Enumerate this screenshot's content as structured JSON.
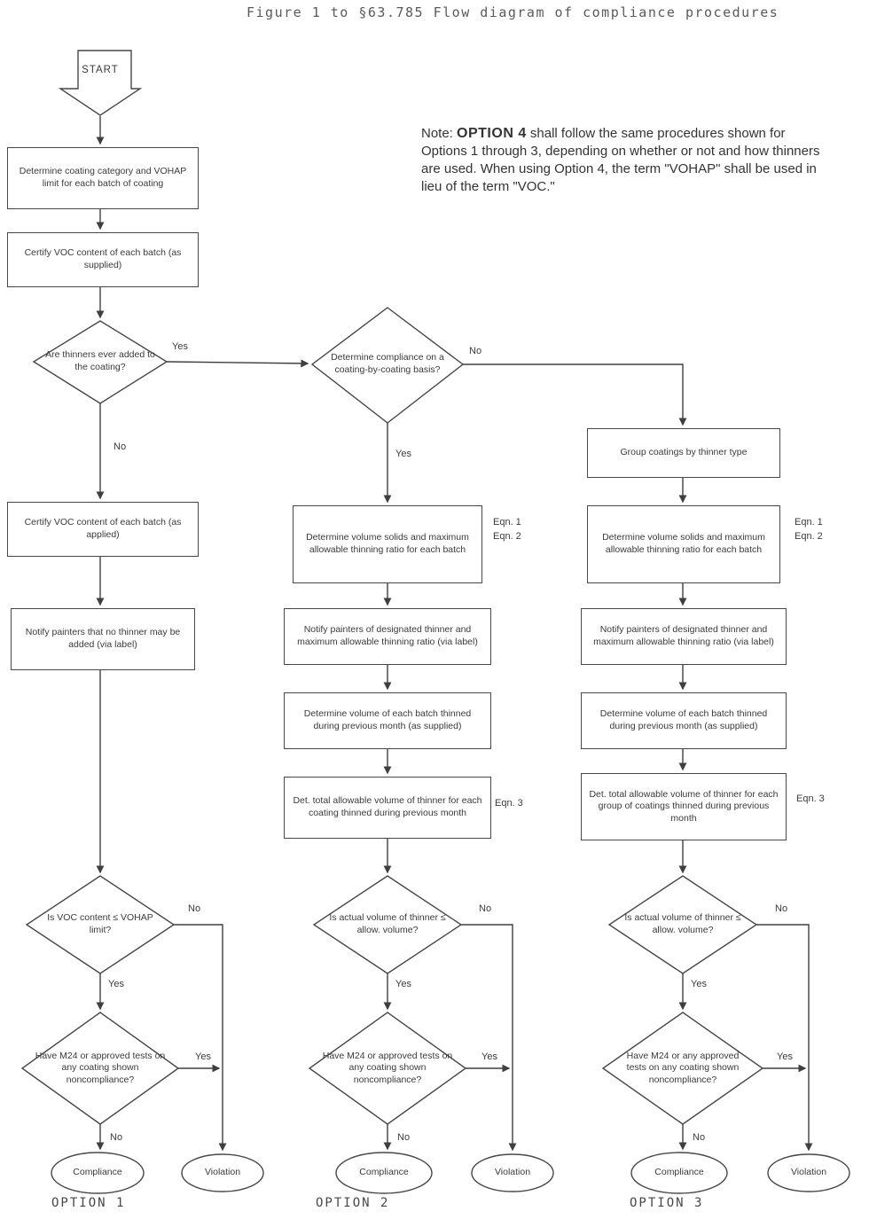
{
  "title": "Figure 1 to §63.785   Flow diagram of compliance procedures",
  "note": {
    "prefix": "Note:",
    "option": "OPTION 4",
    "text": "shall follow the same procedures shown for Options 1 through 3, depending on whether or not and how thinners are used.  When using Option 4, the term \"VOHAP\" shall be used in lieu of the term \"VOC.\""
  },
  "colors": {
    "ink": "#3a3a3a",
    "paper": "#ffffff"
  },
  "nodes": {
    "start": "START",
    "o1_b1": "Determine coating category and VOHAP limit for each batch of coating",
    "o1_b2": "Certify VOC content of each batch (as supplied)",
    "o1_d1": "Are thinners ever added to the coating?",
    "o1_b3": "Certify VOC content of each batch (as applied)",
    "o1_b4": "Notify painters that no thinner may be added (via label)",
    "o1_d2": "Is VOC content ≤ VOHAP limit?",
    "o1_d3": "Have M24 or approved tests on any coating shown noncompliance?",
    "o1_end_compliance": "Compliance",
    "o1_end_violation": "Violation",
    "o2_d0": "Determine compliance on a coating-by-coating basis?",
    "o2_b1": "Determine volume solids and maximum allowable thinning ratio for each batch",
    "o2_b2": "Notify painters of designated thinner and maximum allowable thinning ratio (via label)",
    "o2_b3": "Determine volume of each batch thinned during previous month (as supplied)",
    "o2_b4": "Det. total allowable volume of thinner for each coating thinned during previous month",
    "o2_d1": "Is actual volume of thinner ≤ allow. volume?",
    "o2_d2": "Have M24 or approved tests on any coating shown noncompliance?",
    "o2_end_compliance": "Compliance",
    "o2_end_violation": "Violation",
    "o3_b0": "Group coatings by thinner type",
    "o3_b1": "Determine volume solids and maximum allowable thinning ratio for each batch",
    "o3_b2": "Notify painters of designated thinner and maximum allowable thinning ratio (via label)",
    "o3_b3": "Determine volume of each batch thinned during previous month (as supplied)",
    "o3_b4": "Det. total allowable volume of thinner for each group of coatings thinned during previous month",
    "o3_d1": "Is actual volume of thinner ≤ allow. volume?",
    "o3_d2": "Have M24 or any approved tests on any coating shown noncompliance?",
    "o3_end_compliance": "Compliance",
    "o3_end_violation": "Violation"
  },
  "edge_labels": {
    "yes": "Yes",
    "no": "No"
  },
  "eqn": {
    "eq1": "Eqn. 1",
    "eq2": "Eqn. 2",
    "eq3": "Eqn. 3"
  },
  "option_labels": {
    "o1": "OPTION 1",
    "o2": "OPTION 2",
    "o3": "OPTION 3"
  }
}
